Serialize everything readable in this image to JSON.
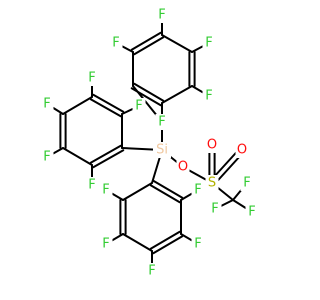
{
  "structure": {
    "element_labels": {
      "F": "F",
      "Si": "Si",
      "O": "O",
      "S": "S"
    },
    "element_colors": {
      "F": "#33cc33",
      "Si": "#f0c8a0",
      "O": "#ff0d0d",
      "S": "#b2b200"
    }
  }
}
